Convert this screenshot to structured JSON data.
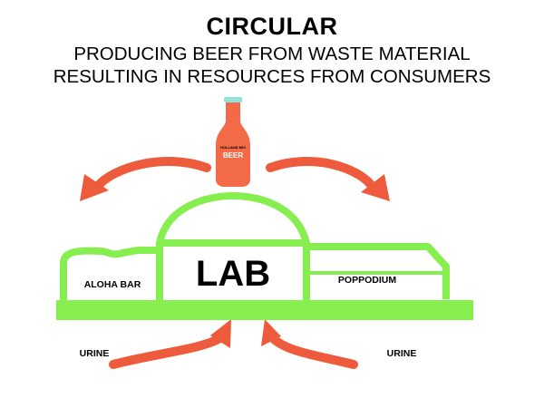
{
  "header": {
    "title": "CIRCULAR",
    "subtitle_line1": "PRODUCING BEER FROM WASTE MATERIAL",
    "subtitle_line2": "RESULTING IN RESOURCES FROM CONSUMERS"
  },
  "bottle": {
    "label": "BEER",
    "label_small": "HOLLAND MIX"
  },
  "buildings": {
    "left": "ALOHA BAR",
    "center": "LAB",
    "right": "POPPODIUM"
  },
  "inputs": {
    "left": "URINE",
    "right": "URINE"
  },
  "colors": {
    "green": "#86ef4f",
    "arrow": "#ee5a3c",
    "bottle": "#f26a47",
    "cap": "#8fe3d8"
  }
}
